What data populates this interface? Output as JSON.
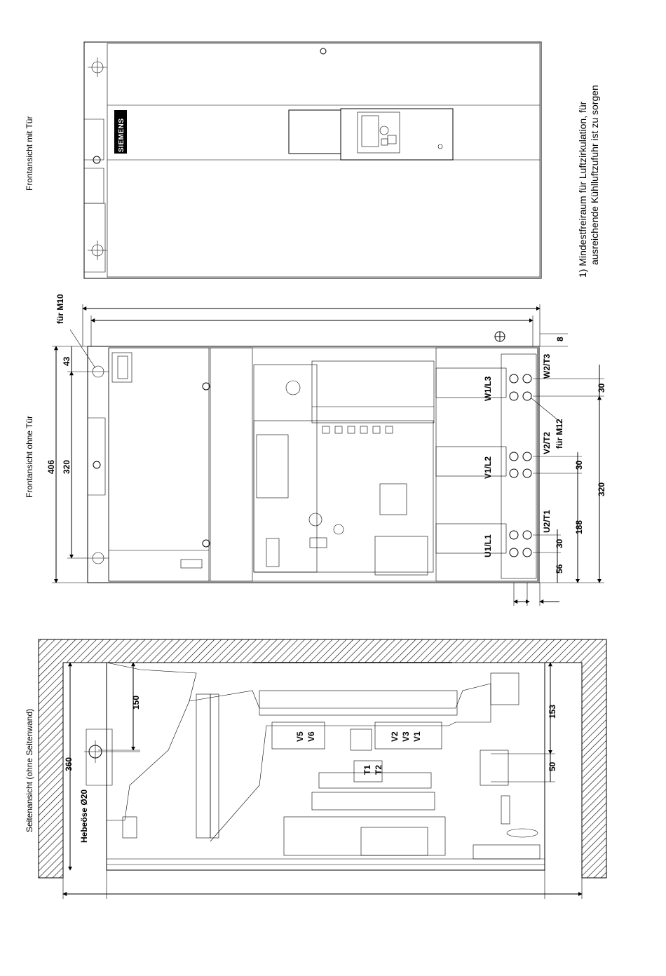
{
  "views": {
    "front_with_door": "Frontansicht mit Tür",
    "front_without_door": "Frontansicht ohne Tür",
    "side_view": "Seitenansicht (ohne Seitenwand)"
  },
  "brand": "SIEMENS",
  "footnote": {
    "line1": "1) Mindestfreiraum für Luftzirkulation, für",
    "line2": "ausreichende Kühlluftzufuhr ist zu sorgen"
  },
  "front_dims": {
    "d406": "406",
    "d43": "43",
    "d320_left": "320",
    "fuer_m10": "für M10",
    "d8": "8",
    "d30_top": "30",
    "fuer_m12": "für M12",
    "d320_right": "320",
    "d30_mid": "30",
    "d188": "188",
    "d30_low": "30",
    "d56": "56"
  },
  "terminals": {
    "w1": "W1/L3",
    "v1": "V1/L2",
    "u1": "U1/L1",
    "w2": "W2/T3",
    "v2": "V2/T2",
    "u2": "U2/T1"
  },
  "side_dims": {
    "d360": "360",
    "d150": "150",
    "lifting_eye": "Hebeöse Ø20",
    "d153": "153",
    "d50": "50"
  },
  "side_labels": {
    "v5": "V5",
    "v6": "V6",
    "v2": "V2",
    "v3": "V3",
    "v1": "V1",
    "t1": "T1",
    "t2": "T2"
  }
}
